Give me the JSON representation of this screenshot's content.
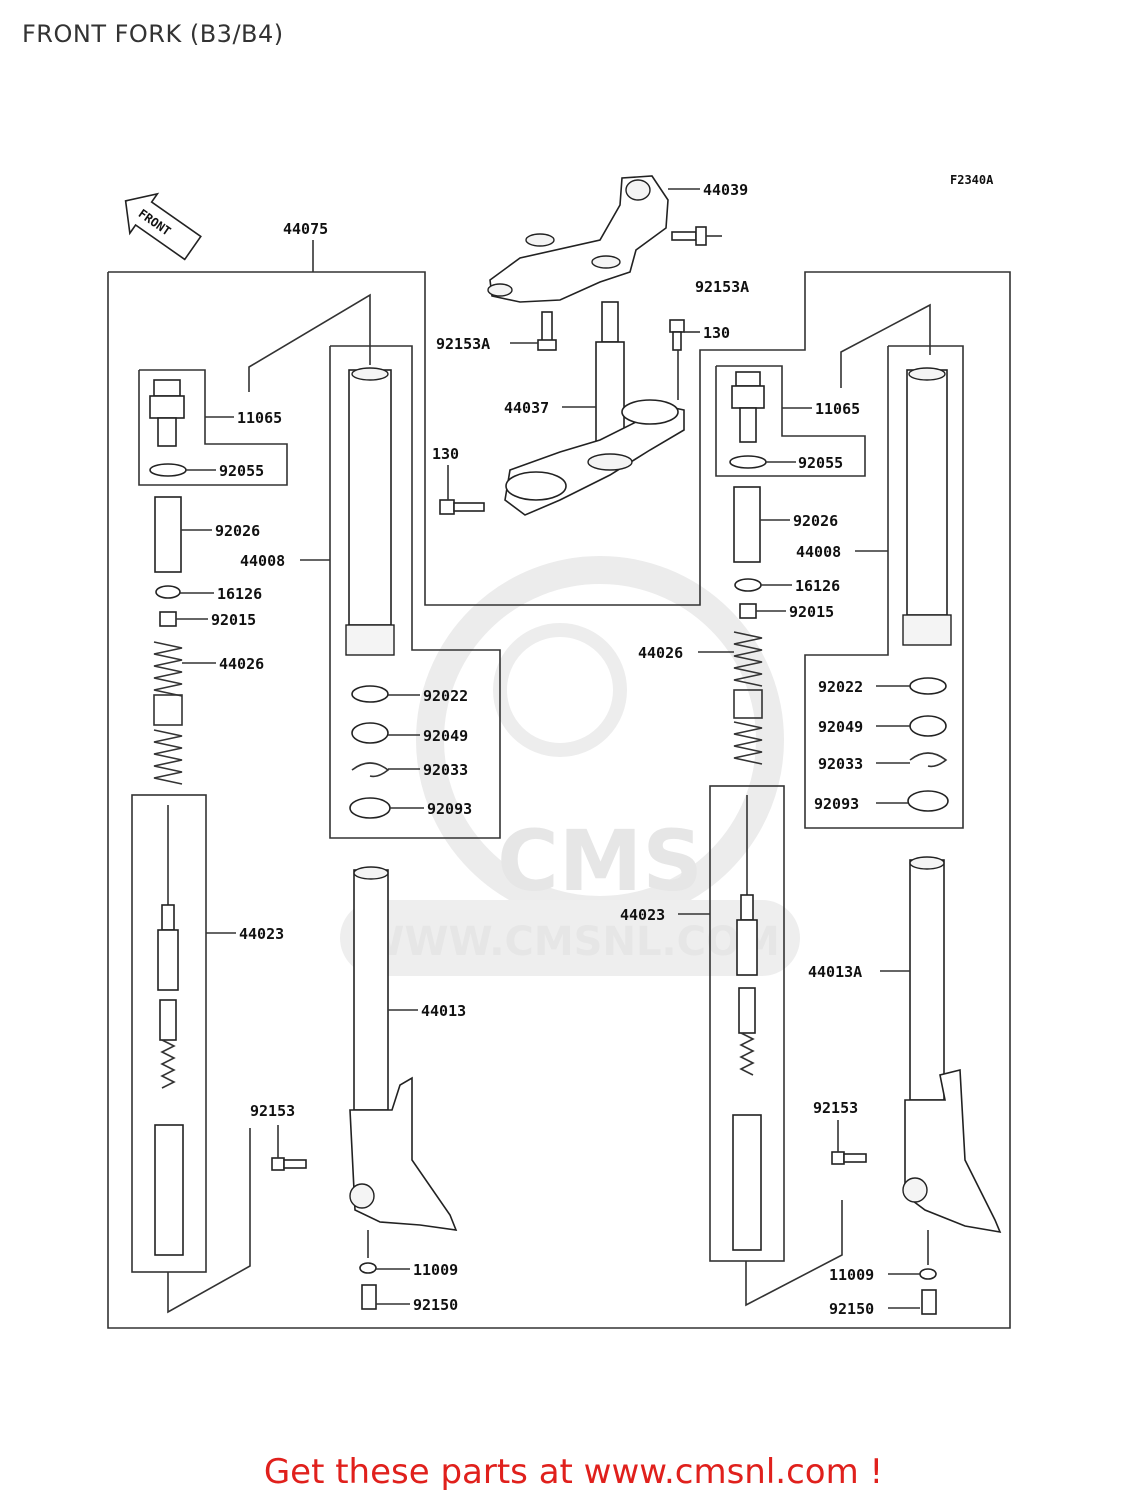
{
  "title": "FRONT FORK (B3/B4)",
  "figure_code": "F2340A",
  "front_label": "FRONT",
  "watermark_logo": "CMS",
  "watermark_url": "WWW.CMSNL.COM",
  "footer": "Get these parts at www.cmsnl.com !",
  "colors": {
    "footer": "#e0201c",
    "line": "#333333",
    "watermark": "#e6e6e6"
  },
  "parts": {
    "p44075": "44075",
    "p44039": "44039",
    "p92153A_top": "92153A",
    "p92153A_left": "92153A",
    "p130_top": "130",
    "p130_left": "130",
    "p44037": "44037",
    "p11065_l": "11065",
    "p92055_l": "92055",
    "p92026_l": "92026",
    "p44008_l": "44008",
    "p16126_l": "16126",
    "p92015_l": "92015",
    "p44026_l": "44026",
    "p92022_l": "92022",
    "p92049_l": "92049",
    "p92033_l": "92033",
    "p92093_l": "92093",
    "p44023_l": "44023",
    "p44013": "44013",
    "p92153_l": "92153",
    "p11009_l": "11009",
    "p92150_l": "92150",
    "p11065_r": "11065",
    "p92055_r": "92055",
    "p92026_r": "92026",
    "p44008_r": "44008",
    "p16126_r": "16126",
    "p92015_r": "92015",
    "p44026_r": "44026",
    "p92022_r": "92022",
    "p92049_r": "92049",
    "p92033_r": "92033",
    "p92093_r": "92093",
    "p44023_r": "44023",
    "p44013A": "44013A",
    "p92153_r": "92153",
    "p11009_r": "11009",
    "p92150_r": "92150"
  }
}
